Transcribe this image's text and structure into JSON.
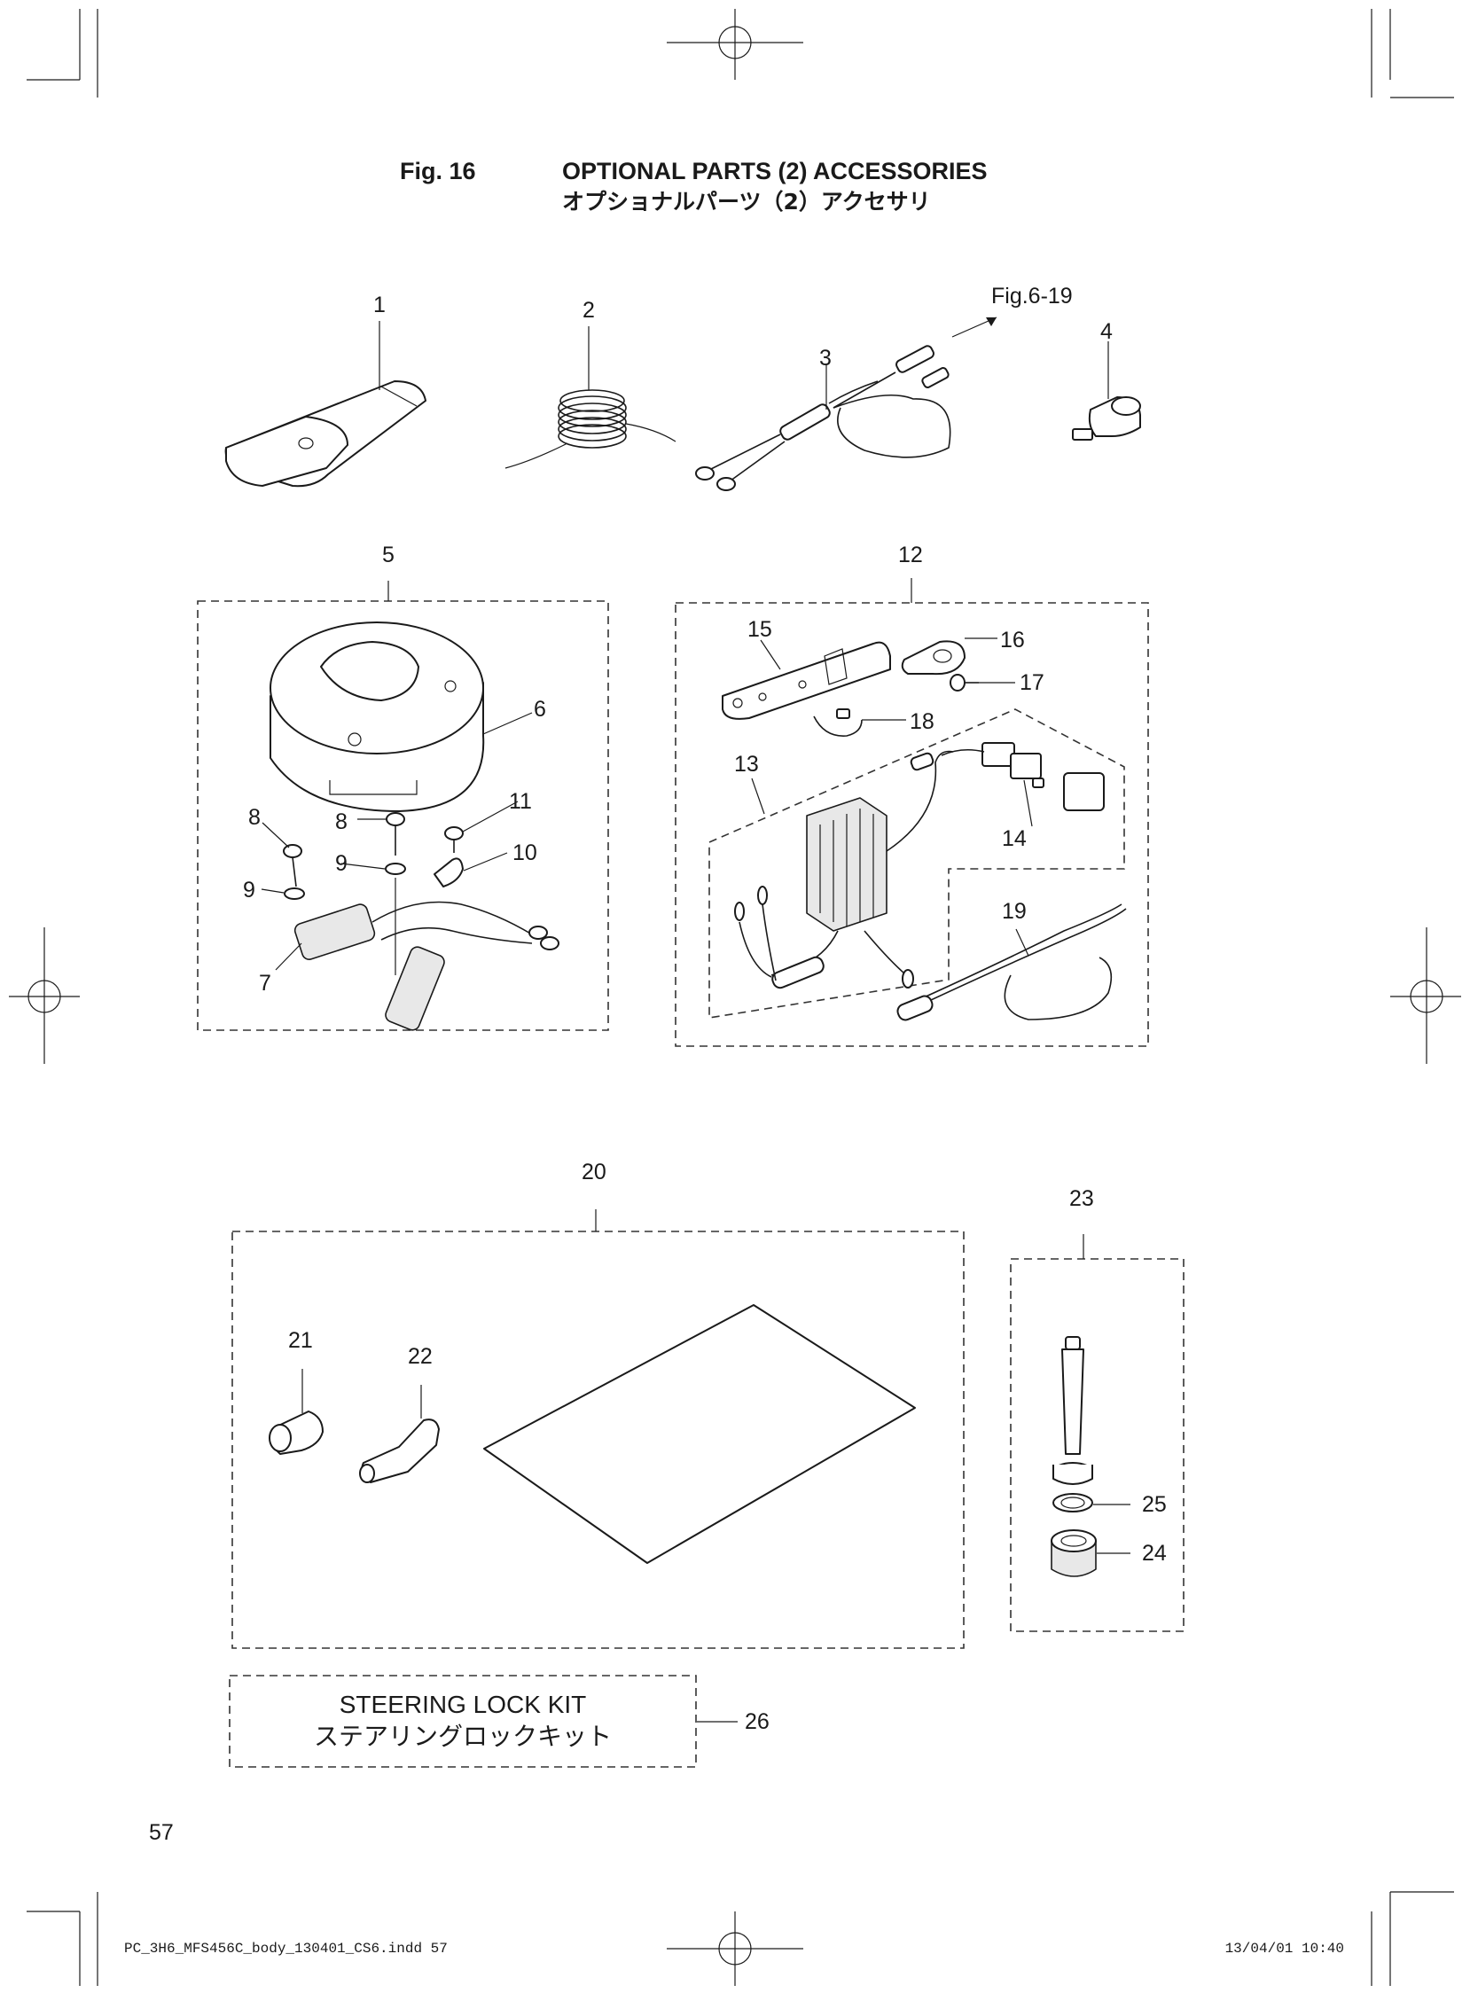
{
  "figure": {
    "number": "Fig. 16",
    "title": "OPTIONAL PARTS (2) ACCESSORIES",
    "title_jp": "オプショナルパーツ（2）アクセサリ"
  },
  "reference_note": "Fig.6-19",
  "callouts": [
    "1",
    "2",
    "3",
    "4",
    "5",
    "6",
    "7",
    "8",
    "8",
    "9",
    "9",
    "10",
    "11",
    "12",
    "13",
    "14",
    "15",
    "16",
    "17",
    "18",
    "19",
    "20",
    "21",
    "22",
    "23",
    "24",
    "25",
    "26"
  ],
  "kit_box": {
    "label": "STEERING LOCK KIT",
    "label_jp": "ステアリングロックキット",
    "callout": "26"
  },
  "page_number": "57",
  "footer": {
    "file_name": "PC_3H6_MFS456C_body_130401_CS6.indd   57",
    "timestamp": "13/04/01   10:40"
  }
}
